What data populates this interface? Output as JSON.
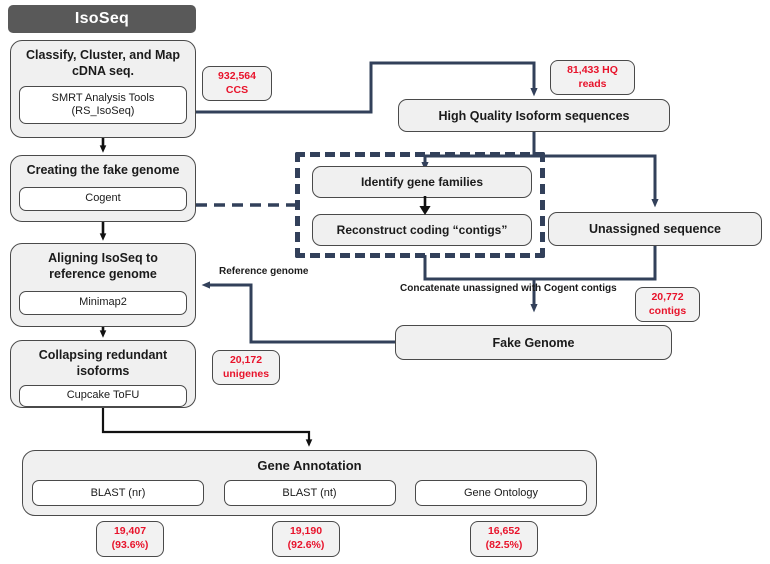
{
  "header": {
    "title": "IsoSeq"
  },
  "pipeline": {
    "stages": [
      {
        "title": "Classify, Cluster, and Map cDNA seq.",
        "tool": "SMRT Analysis Tools (RS_IsoSeq)"
      },
      {
        "title": "Creating the fake genome",
        "tool": "Cogent"
      },
      {
        "title": "Aligning IsoSeq to reference genome",
        "tool": "Minimap2"
      },
      {
        "title": "Collapsing redundant isoforms",
        "tool": "Cupcake ToFU"
      }
    ]
  },
  "boxes": {
    "hq_isoform": "High Quality Isoform sequences",
    "identify_gene_families": "Identify gene families",
    "reconstruct_contigs": "Reconstruct coding “contigs”",
    "unassigned_sequence": "Unassigned sequence",
    "fake_genome": "Fake Genome"
  },
  "stats": {
    "ccs": {
      "value": "932,564",
      "unit": "CCS"
    },
    "hq_reads": {
      "value": "81,433 HQ",
      "unit": "reads"
    },
    "contigs": {
      "value": "20,772",
      "unit": "contigs"
    },
    "unigenes": {
      "value": "20,172",
      "unit": "unigenes"
    }
  },
  "captions": {
    "reference_genome": "Reference genome",
    "concatenate": "Concatenate unassigned with Cogent contigs"
  },
  "annotation": {
    "title": "Gene Annotation",
    "tools": [
      {
        "label": "BLAST (nr)",
        "count": "19,407",
        "percent": "(93.6%)"
      },
      {
        "label": "BLAST (nt)",
        "count": "19,190",
        "percent": "(92.6%)"
      },
      {
        "label": "Gene Ontology",
        "count": "16,652",
        "percent": "(82.5%)"
      }
    ]
  },
  "colors": {
    "header_bg": "#595959",
    "box_fill": "#f0f0f0",
    "box_stroke": "#4a4a4a",
    "wire_navy": "#32405a",
    "wire_black": "#111111",
    "stat_text": "#e8132b"
  }
}
